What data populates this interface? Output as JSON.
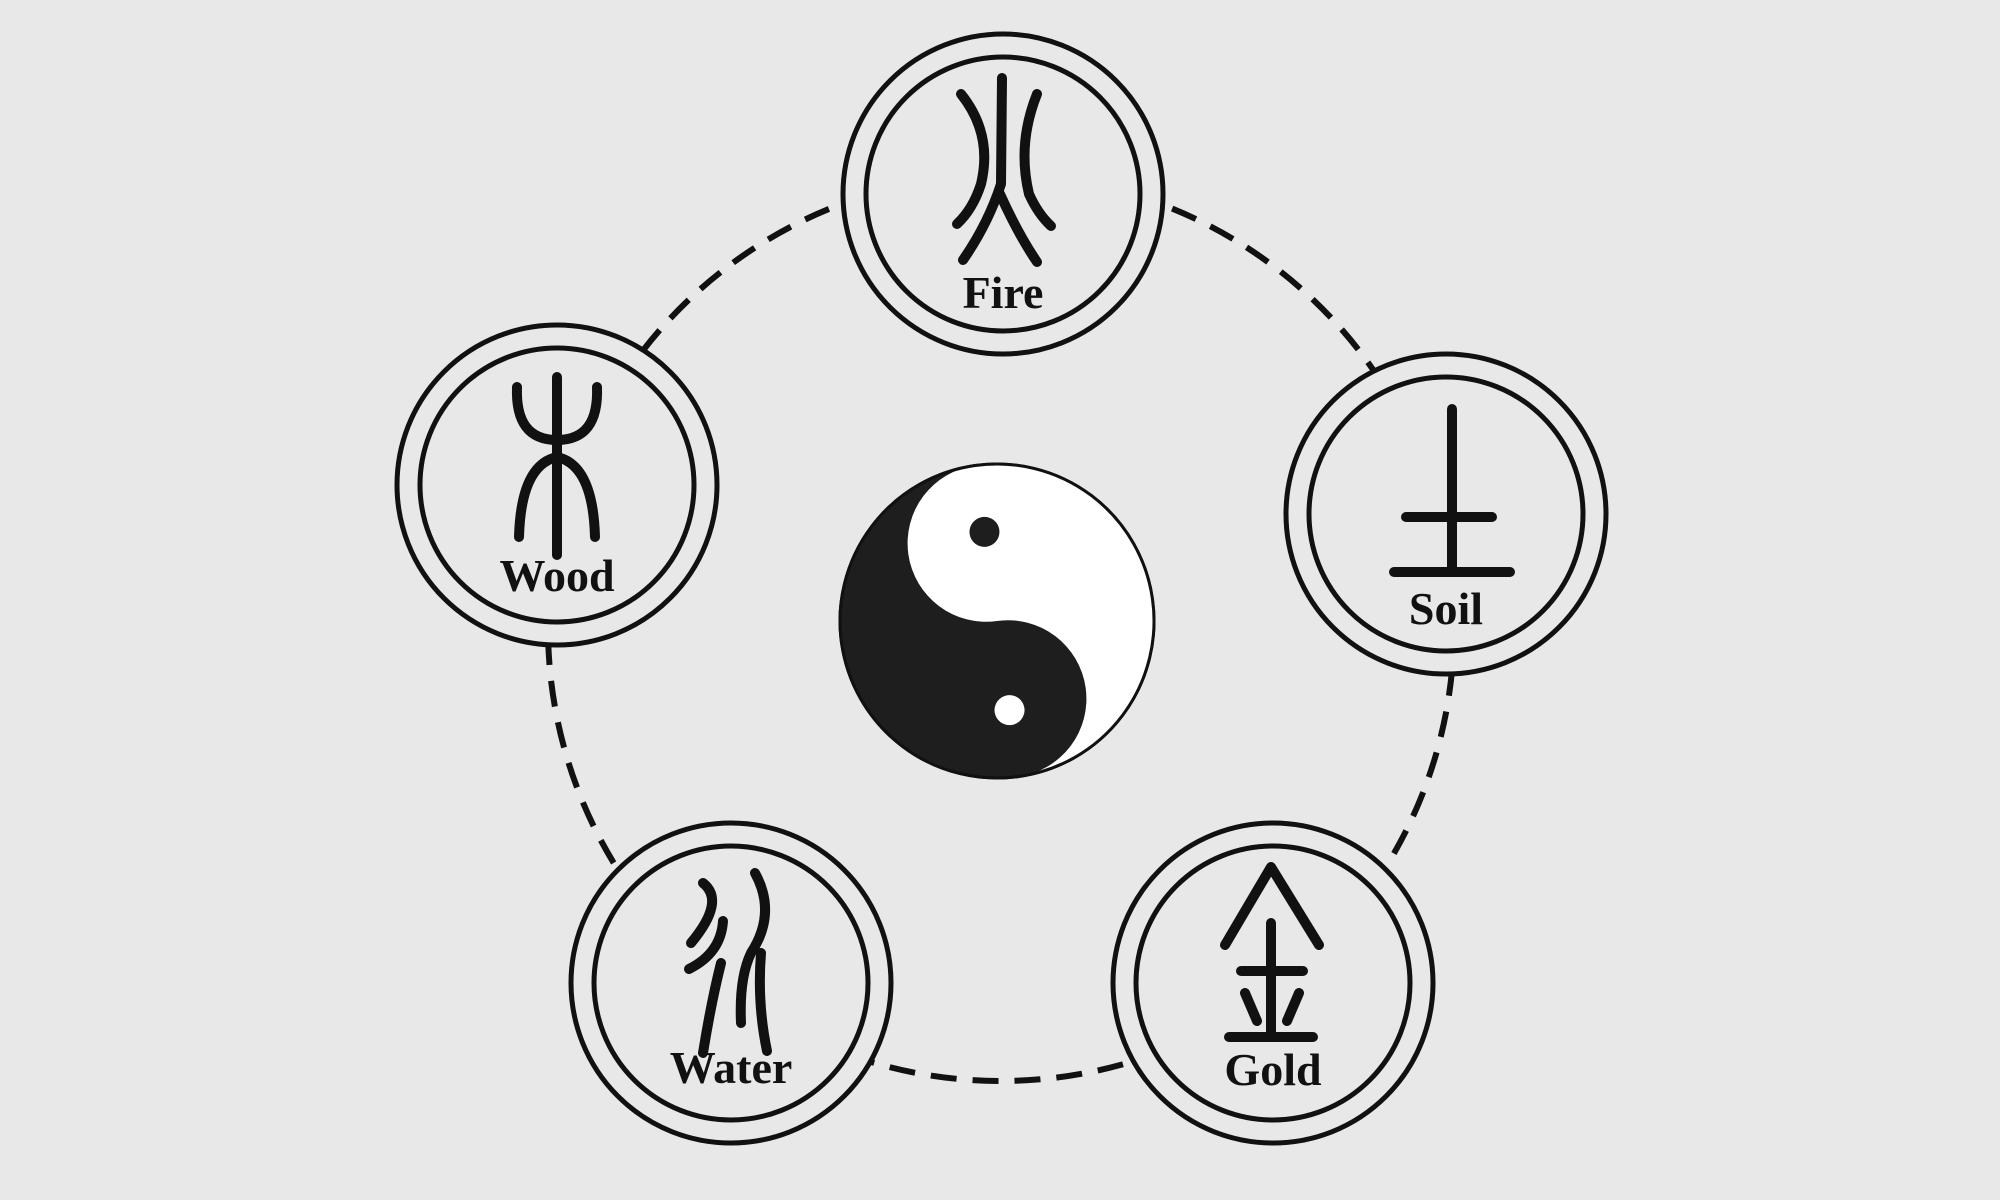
{
  "diagram": {
    "center_symbol": "yin-yang",
    "elements": [
      {
        "id": "fire",
        "label": "Fire",
        "glyph": "fire-character-icon"
      },
      {
        "id": "soil",
        "label": "Soil",
        "glyph": "soil-character-icon"
      },
      {
        "id": "gold",
        "label": "Gold",
        "glyph": "gold-character-icon"
      },
      {
        "id": "water",
        "label": "Water",
        "glyph": "water-character-icon"
      },
      {
        "id": "wood",
        "label": "Wood",
        "glyph": "wood-character-icon"
      }
    ],
    "colors": {
      "background": "#e8e8e8",
      "ink": "#111111",
      "light": "#ffffff"
    }
  }
}
